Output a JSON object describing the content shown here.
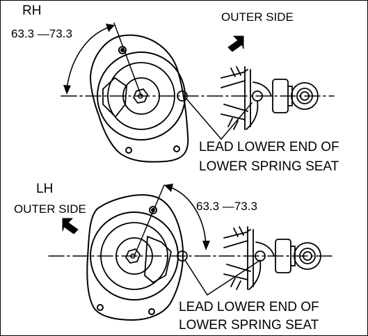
{
  "diagram": {
    "rh": {
      "side_label": "RH",
      "angle_range": "63.3 —73.3",
      "outer_side": "OUTER SIDE",
      "note_line1": "LEAD LOWER END OF",
      "note_line2": "LOWER SPRING SEAT"
    },
    "lh": {
      "side_label": "LH",
      "angle_range": "63.3 —73.3",
      "outer_side": "OUTER SIDE",
      "note_line1": "LEAD LOWER END OF",
      "note_line2": "LOWER SPRING SEAT"
    }
  }
}
